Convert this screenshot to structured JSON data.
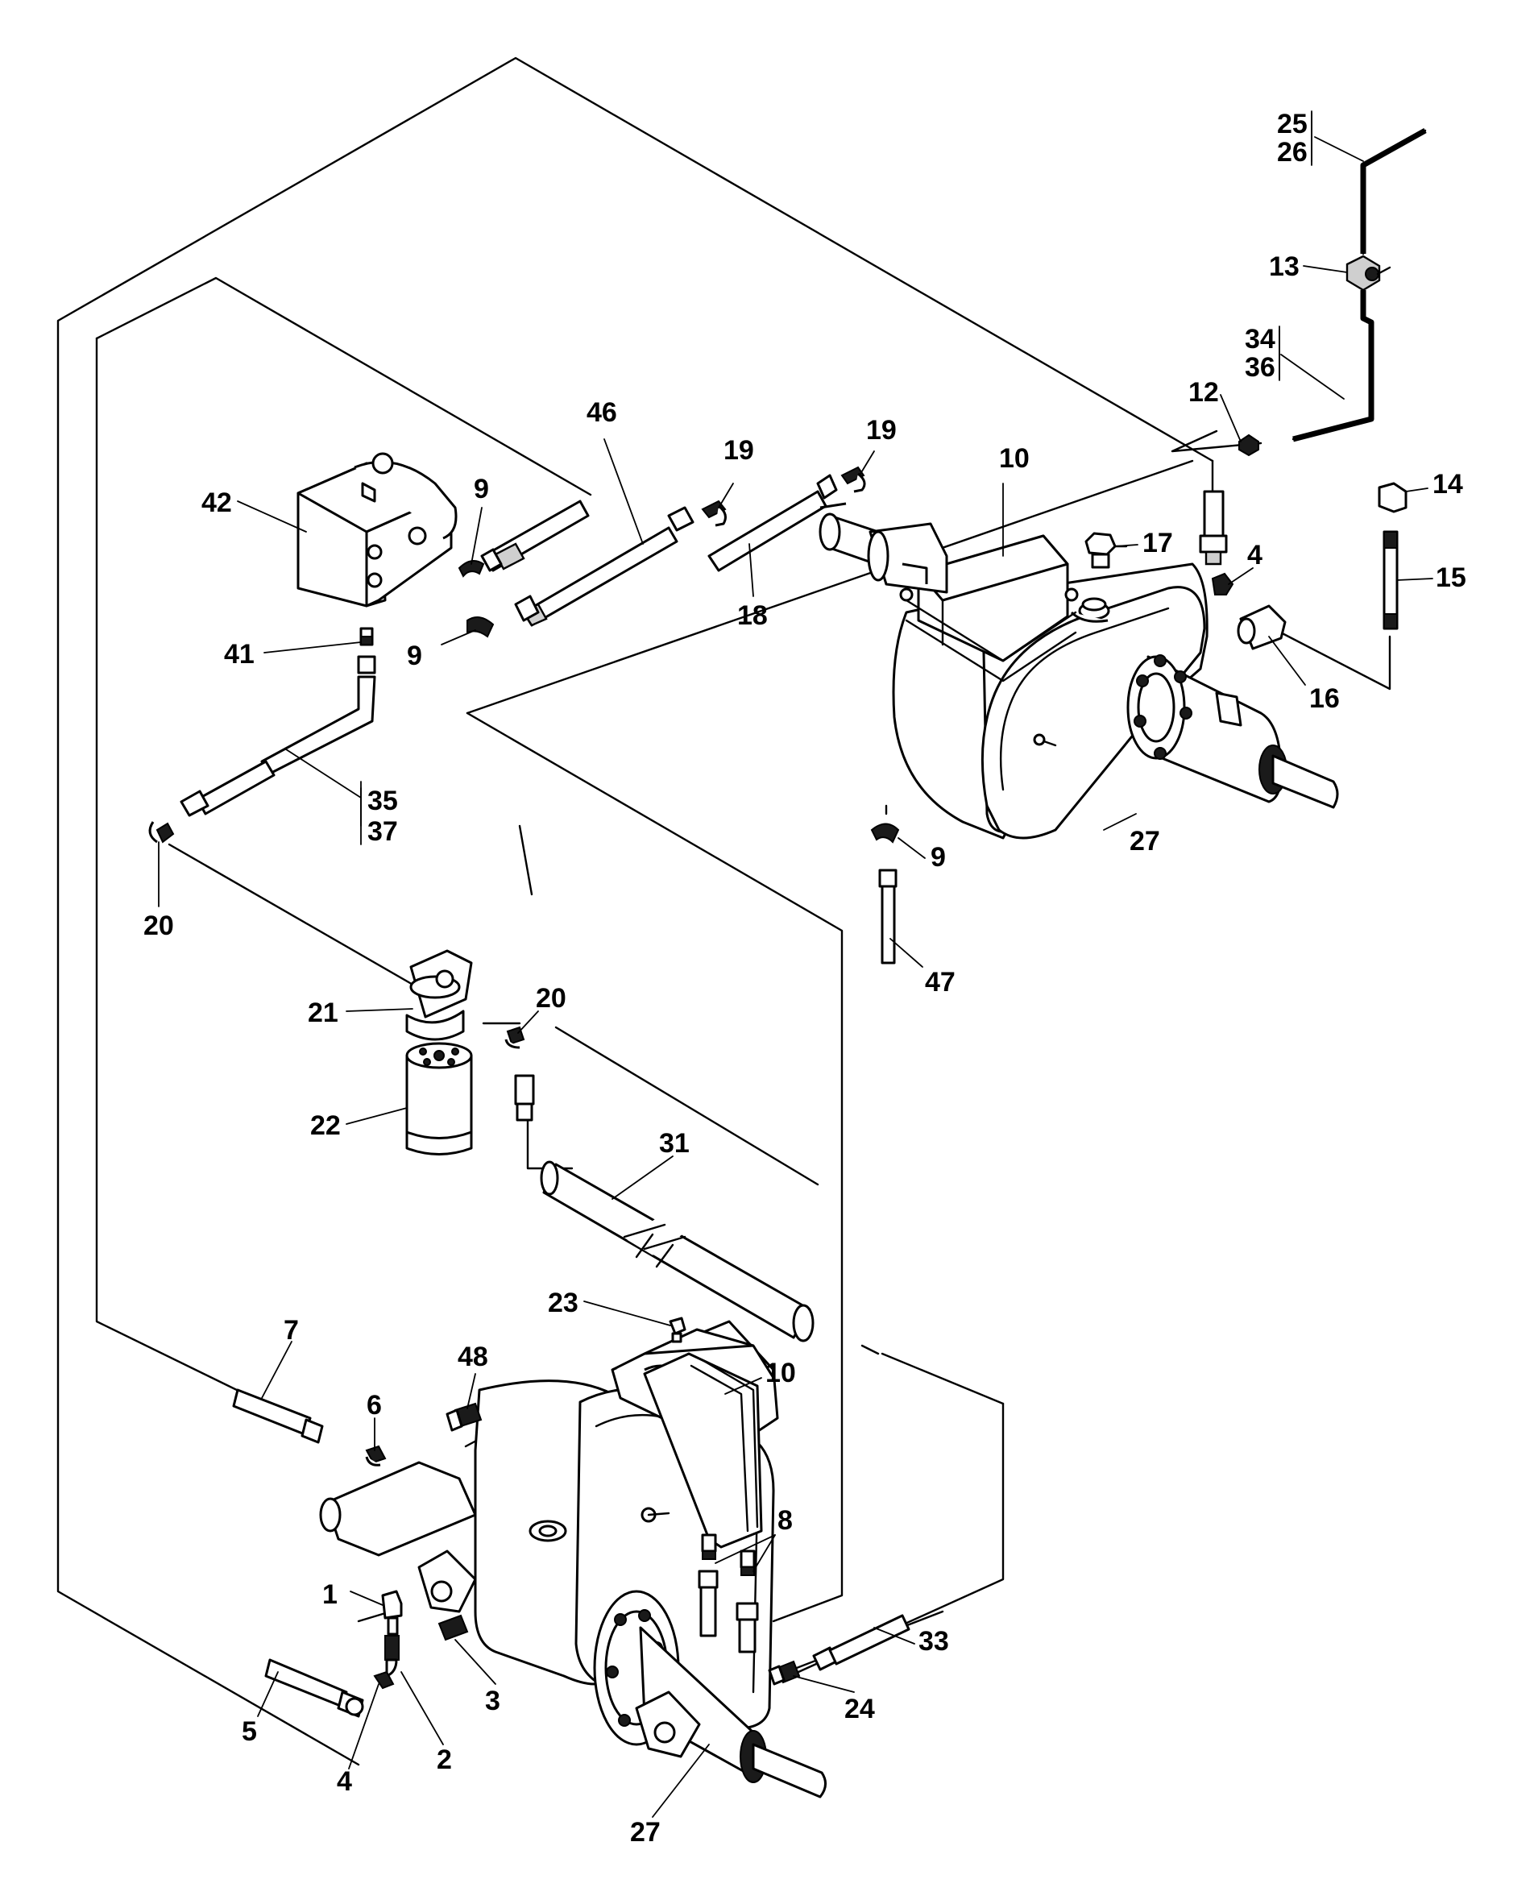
{
  "callouts": {
    "c1": "1",
    "c2": "2",
    "c3": "3",
    "c4a": "4",
    "c4b": "4",
    "c5": "5",
    "c6": "6",
    "c7": "7",
    "c8": "8",
    "c9a": "9",
    "c9b": "9",
    "c9c": "9",
    "c10a": "10",
    "c10b": "10",
    "c12": "12",
    "c13": "13",
    "c14": "14",
    "c15": "15",
    "c16": "16",
    "c17": "17",
    "c18": "18",
    "c19a": "19",
    "c19b": "19",
    "c20a": "20",
    "c20b": "20",
    "c21": "21",
    "c22": "22",
    "c23": "23",
    "c24": "24",
    "c25": "25",
    "c26": "26",
    "c27a": "27",
    "c27b": "27",
    "c31": "31",
    "c33": "33",
    "c34": "34",
    "c35": "35",
    "c36": "36",
    "c37": "37",
    "c41": "41",
    "c42": "42",
    "c46": "46",
    "c47": "47",
    "c48": "48"
  }
}
